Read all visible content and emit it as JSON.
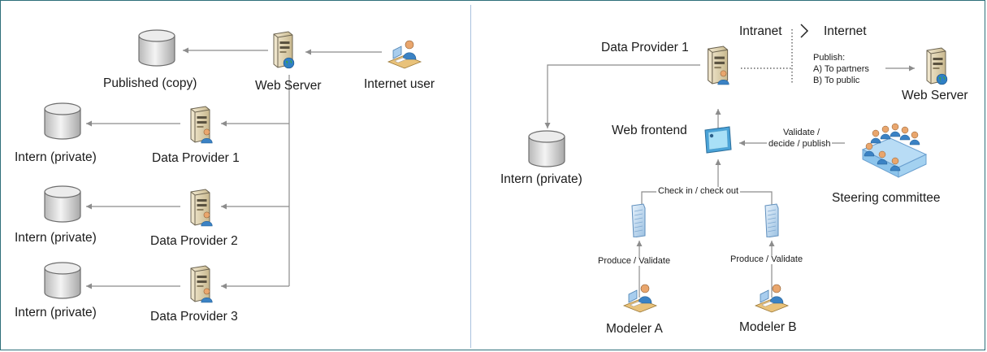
{
  "left_panel": {
    "published_copy": "Published (copy)",
    "web_server": "Web Server",
    "internet_user": "Internet user",
    "intern_1": "Intern (private)",
    "data_provider_1": "Data Provider 1",
    "intern_2": "Intern (private)",
    "data_provider_2": "Data Provider 2",
    "intern_3": "Intern (private)",
    "data_provider_3": "Data Provider 3"
  },
  "right_panel": {
    "intranet": "Intranet",
    "internet": "Internet",
    "data_provider_1": "Data Provider 1",
    "publish_title": "Publish:",
    "publish_a": "A) To partners",
    "publish_b": "B) To public",
    "web_server": "Web Server",
    "web_frontend": "Web frontend",
    "validate_line1": "Validate /",
    "validate_line2": "decide / publish",
    "intern": "Intern (private)",
    "steering_committee": "Steering committee",
    "check_in_out": "Check in / check out",
    "produce_validate_a": "Produce / Validate",
    "produce_validate_b": "Produce / Validate",
    "modeler_a": "Modeler A",
    "modeler_b": "Modeler B"
  },
  "icons": [
    "database-icon",
    "server-icon",
    "user-icon",
    "web-frontend-icon",
    "document-icon",
    "committee-icon"
  ]
}
